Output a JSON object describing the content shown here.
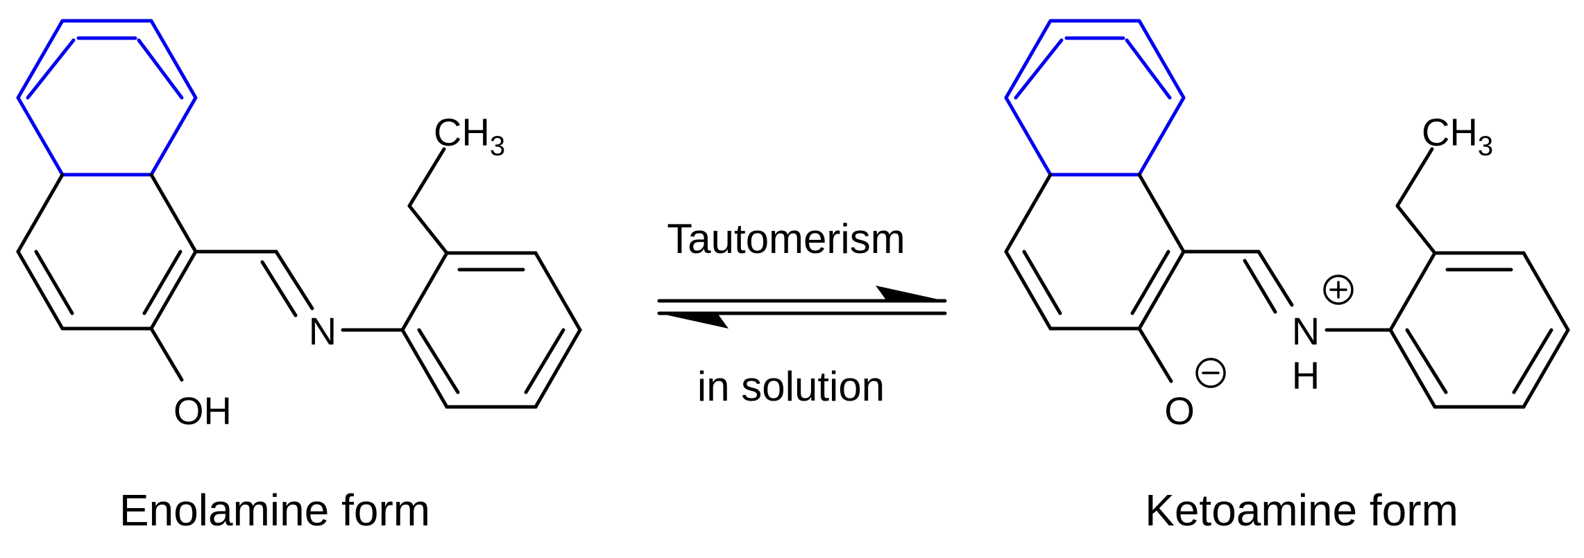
{
  "colors": {
    "highlight_ring": "#0000ee",
    "bond": "#000000",
    "background": "#ffffff"
  },
  "enolamine": {
    "caption": "Enolamine form",
    "atoms": {
      "hydroxyl": "OH",
      "imine_nitrogen": "N",
      "methyl_main": "CH",
      "methyl_sub": "3"
    }
  },
  "ketoamine": {
    "caption": "Ketoamine form",
    "atoms": {
      "oxygen": "O",
      "nitrogen": "N",
      "hydrogen": "H",
      "methyl_main": "CH",
      "methyl_sub": "3"
    },
    "charges": {
      "oxygen": "negative",
      "nitrogen": "positive"
    }
  },
  "equilibrium": {
    "label_top": "Tautomerism",
    "label_bottom": "in solution"
  }
}
